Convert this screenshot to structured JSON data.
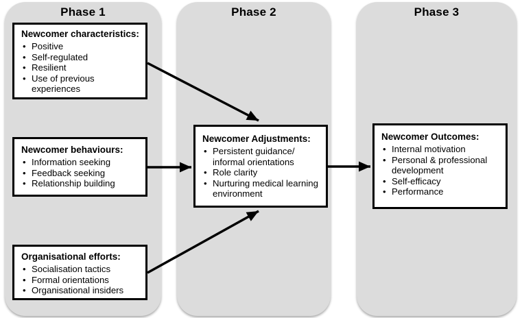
{
  "figure": {
    "phases": [
      {
        "label": "Phase 1"
      },
      {
        "label": "Phase 2"
      },
      {
        "label": "Phase 3"
      }
    ]
  },
  "glyphs": {
    "bullet": "•"
  },
  "boxes": {
    "characteristics": {
      "title": "Newcomer characteristics:",
      "items": [
        "Positive",
        "Self-regulated",
        "Resilient",
        "Use of previous\nexperiences"
      ]
    },
    "behaviours": {
      "title": "Newcomer behaviours:",
      "items": [
        "Information seeking",
        "Feedback seeking",
        "Relationship building"
      ]
    },
    "efforts": {
      "title": "Organisational efforts:",
      "items": [
        "Socialisation tactics",
        "Formal orientations",
        "Organisational insiders"
      ]
    },
    "adjustments": {
      "title": "Newcomer Adjustments:",
      "items": [
        "Persistent guidance/\ninformal orientations",
        "Role clarity",
        "Nurturing medical learning\nenvironment"
      ]
    },
    "outcomes": {
      "title": "Newcomer Outcomes:",
      "items": [
        "Internal motivation",
        "Personal & professional\ndevelopment",
        "Self-efficacy",
        "Performance"
      ]
    }
  },
  "colors": {
    "panel_bg": "#dcdcdc",
    "box_bg": "#ffffff",
    "box_border": "#000000",
    "arrow": "#000000",
    "text": "#000000"
  }
}
